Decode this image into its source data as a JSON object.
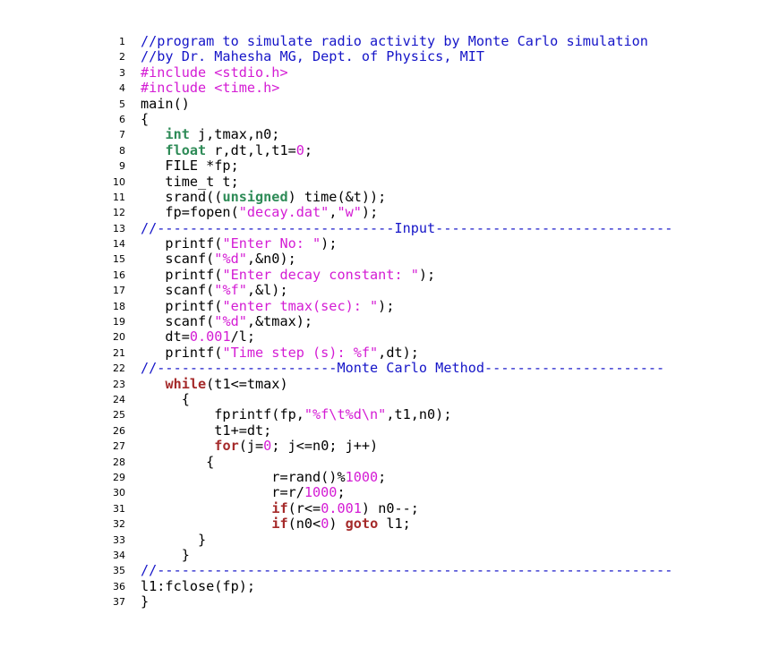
{
  "colors": {
    "comment": "#1515c8",
    "preprocessor": "#d41cd4",
    "string": "#d41cd4",
    "number": "#d41cd4",
    "type": "#2e8b57",
    "keyword": "#a52a2a",
    "plain": "#000000"
  },
  "lines": [
    {
      "n": "1",
      "tokens": [
        [
          "comment",
          "//program to simulate radio activity by Monte Carlo simulation"
        ]
      ]
    },
    {
      "n": "2",
      "tokens": [
        [
          "comment",
          "//by Dr. Mahesha MG, Dept. of Physics, MIT"
        ]
      ]
    },
    {
      "n": "3",
      "tokens": [
        [
          "pre",
          "#include <stdio.h>"
        ]
      ]
    },
    {
      "n": "4",
      "tokens": [
        [
          "pre",
          "#include <time.h>"
        ]
      ]
    },
    {
      "n": "5",
      "tokens": [
        [
          "plain",
          "main()"
        ]
      ]
    },
    {
      "n": "6",
      "tokens": [
        [
          "plain",
          "{"
        ]
      ]
    },
    {
      "n": "7",
      "tokens": [
        [
          "plain",
          "   "
        ],
        [
          "type",
          "int"
        ],
        [
          "plain",
          " j,tmax,n0;"
        ]
      ]
    },
    {
      "n": "8",
      "tokens": [
        [
          "plain",
          "   "
        ],
        [
          "type",
          "float"
        ],
        [
          "plain",
          " r,dt,l,t1="
        ],
        [
          "num",
          "0"
        ],
        [
          "plain",
          ";"
        ]
      ]
    },
    {
      "n": "9",
      "tokens": [
        [
          "plain",
          "   FILE *fp;"
        ]
      ]
    },
    {
      "n": "10",
      "tokens": [
        [
          "plain",
          "   time_t t;"
        ]
      ]
    },
    {
      "n": "11",
      "tokens": [
        [
          "plain",
          "   srand(("
        ],
        [
          "type",
          "unsigned"
        ],
        [
          "plain",
          ") time(&t));"
        ]
      ]
    },
    {
      "n": "12",
      "tokens": [
        [
          "plain",
          "   fp=fopen("
        ],
        [
          "str",
          "\"decay.dat\""
        ],
        [
          "plain",
          ","
        ],
        [
          "str",
          "\"w\""
        ],
        [
          "plain",
          ");"
        ]
      ]
    },
    {
      "n": "13",
      "tokens": [
        [
          "comment",
          "//-----------------------------Input-----------------------------"
        ]
      ]
    },
    {
      "n": "14",
      "tokens": [
        [
          "plain",
          "   printf("
        ],
        [
          "str",
          "\"Enter No: \""
        ],
        [
          "plain",
          ");"
        ]
      ]
    },
    {
      "n": "15",
      "tokens": [
        [
          "plain",
          "   scanf("
        ],
        [
          "str",
          "\"%d\""
        ],
        [
          "plain",
          ",&n0);"
        ]
      ]
    },
    {
      "n": "16",
      "tokens": [
        [
          "plain",
          "   printf("
        ],
        [
          "str",
          "\"Enter decay constant: \""
        ],
        [
          "plain",
          ");"
        ]
      ]
    },
    {
      "n": "17",
      "tokens": [
        [
          "plain",
          "   scanf("
        ],
        [
          "str",
          "\"%f\""
        ],
        [
          "plain",
          ",&l);"
        ]
      ]
    },
    {
      "n": "18",
      "tokens": [
        [
          "plain",
          "   printf("
        ],
        [
          "str",
          "\"enter tmax(sec): \""
        ],
        [
          "plain",
          ");"
        ]
      ]
    },
    {
      "n": "19",
      "tokens": [
        [
          "plain",
          "   scanf("
        ],
        [
          "str",
          "\"%d\""
        ],
        [
          "plain",
          ",&tmax);"
        ]
      ]
    },
    {
      "n": "20",
      "tokens": [
        [
          "plain",
          "   dt="
        ],
        [
          "num",
          "0.001"
        ],
        [
          "plain",
          "/l;"
        ]
      ]
    },
    {
      "n": "21",
      "tokens": [
        [
          "plain",
          "   printf("
        ],
        [
          "str",
          "\"Time step (s): %f\""
        ],
        [
          "plain",
          ",dt);"
        ]
      ]
    },
    {
      "n": "22",
      "tokens": [
        [
          "comment",
          "//----------------------Monte Carlo Method----------------------"
        ]
      ]
    },
    {
      "n": "23",
      "tokens": [
        [
          "plain",
          "   "
        ],
        [
          "kw",
          "while"
        ],
        [
          "plain",
          "(t1<=tmax)"
        ]
      ]
    },
    {
      "n": "24",
      "tokens": [
        [
          "plain",
          "     {"
        ]
      ]
    },
    {
      "n": "25",
      "tokens": [
        [
          "plain",
          "         fprintf(fp,"
        ],
        [
          "str",
          "\"%f\\t%d\\n\""
        ],
        [
          "plain",
          ",t1,n0);"
        ]
      ]
    },
    {
      "n": "26",
      "tokens": [
        [
          "plain",
          "         t1+=dt;"
        ]
      ]
    },
    {
      "n": "27",
      "tokens": [
        [
          "plain",
          "         "
        ],
        [
          "kw",
          "for"
        ],
        [
          "plain",
          "(j="
        ],
        [
          "num",
          "0"
        ],
        [
          "plain",
          "; j<=n0; j++)"
        ]
      ]
    },
    {
      "n": "28",
      "tokens": [
        [
          "plain",
          "        {"
        ]
      ]
    },
    {
      "n": "29",
      "tokens": [
        [
          "plain",
          "                r=rand()%"
        ],
        [
          "num",
          "1000"
        ],
        [
          "plain",
          ";"
        ]
      ]
    },
    {
      "n": "30",
      "tokens": [
        [
          "plain",
          "                r=r/"
        ],
        [
          "num",
          "1000"
        ],
        [
          "plain",
          ";"
        ]
      ]
    },
    {
      "n": "31",
      "tokens": [
        [
          "plain",
          "                "
        ],
        [
          "kw",
          "if"
        ],
        [
          "plain",
          "(r<="
        ],
        [
          "num",
          "0.001"
        ],
        [
          "plain",
          ") n0--;"
        ]
      ]
    },
    {
      "n": "32",
      "tokens": [
        [
          "plain",
          "                "
        ],
        [
          "kw",
          "if"
        ],
        [
          "plain",
          "(n0<"
        ],
        [
          "num",
          "0"
        ],
        [
          "plain",
          ") "
        ],
        [
          "kw",
          "goto"
        ],
        [
          "plain",
          " l1;"
        ]
      ]
    },
    {
      "n": "33",
      "tokens": [
        [
          "plain",
          "       }"
        ]
      ]
    },
    {
      "n": "34",
      "tokens": [
        [
          "plain",
          "     }"
        ]
      ]
    },
    {
      "n": "35",
      "tokens": [
        [
          "comment",
          "//---------------------------------------------------------------"
        ]
      ]
    },
    {
      "n": "36",
      "tokens": [
        [
          "plain",
          "l1:fclose(fp);"
        ]
      ]
    },
    {
      "n": "37",
      "tokens": [
        [
          "plain",
          "}"
        ]
      ]
    }
  ]
}
